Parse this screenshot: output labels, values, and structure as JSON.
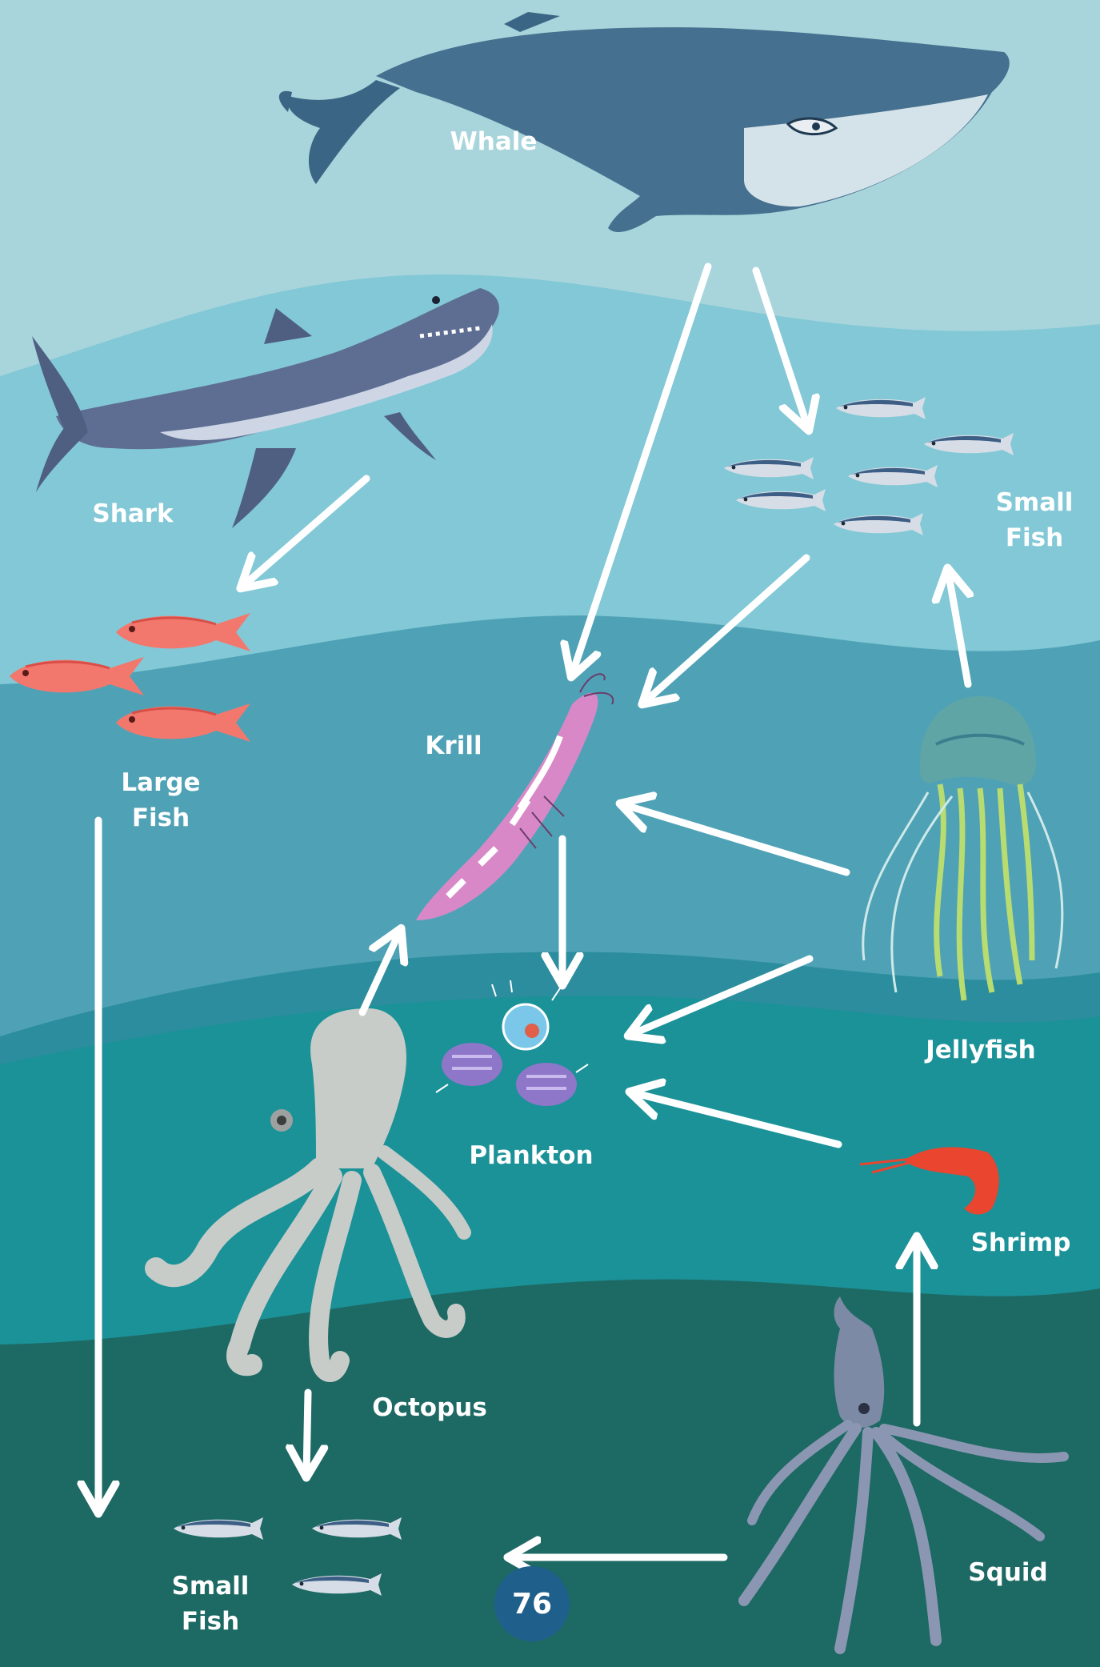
{
  "colors": {
    "band_1": "#a8d5db",
    "band_2": "#82c8d6",
    "band_3": "#4fa2b6",
    "band_4": "#2b8d9d",
    "band_5": "#1b9198",
    "band_6": "#1d6963",
    "arrow": "#ffffff",
    "label": "#ffffff",
    "badge": "#1f5f8b"
  },
  "organisms": {
    "whale": {
      "label": "Whale",
      "icon": "whale-icon"
    },
    "shark": {
      "label": "Shark",
      "icon": "shark-icon"
    },
    "small_fish_top": {
      "line1": "Small",
      "line2": "Fish",
      "icon": "mackerel-school-icon"
    },
    "large_fish": {
      "line1": "Large",
      "line2": "Fish",
      "icon": "red-fish-icon"
    },
    "krill": {
      "label": "Krill",
      "icon": "krill-icon"
    },
    "jellyfish": {
      "label": "Jellyfish",
      "icon": "jellyfish-icon"
    },
    "plankton": {
      "label": "Plankton",
      "icon": "plankton-icon"
    },
    "octopus": {
      "label": "Octopus",
      "icon": "octopus-icon"
    },
    "shrimp": {
      "label": "Shrimp",
      "icon": "shrimp-icon"
    },
    "squid": {
      "label": "Squid",
      "icon": "squid-icon"
    },
    "small_fish_bottom": {
      "line1": "Small",
      "line2": "Fish",
      "icon": "mackerel-school-icon"
    }
  },
  "food_links": [
    {
      "from": "Whale",
      "to": "Krill"
    },
    {
      "from": "Whale",
      "to": "Small Fish"
    },
    {
      "from": "Shark",
      "to": "Large Fish"
    },
    {
      "from": "Small Fish",
      "to": "Krill"
    },
    {
      "from": "Jellyfish",
      "to": "Small Fish"
    },
    {
      "from": "Jellyfish",
      "to": "Krill"
    },
    {
      "from": "Jellyfish",
      "to": "Plankton"
    },
    {
      "from": "Krill",
      "to": "Plankton"
    },
    {
      "from": "Octopus",
      "to": "Krill"
    },
    {
      "from": "Shrimp",
      "to": "Plankton"
    },
    {
      "from": "Large Fish",
      "to": "Small Fish"
    },
    {
      "from": "Octopus",
      "to": "Small Fish"
    },
    {
      "from": "Squid",
      "to": "Shrimp"
    },
    {
      "from": "Squid",
      "to": "Small Fish"
    }
  ],
  "page_number": "76"
}
